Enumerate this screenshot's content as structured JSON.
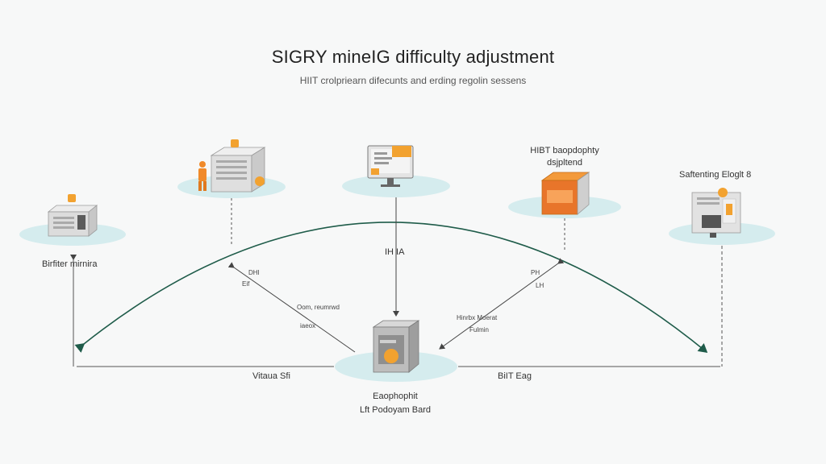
{
  "title": "SIGRY mineIG difficulty adjustment",
  "subtitle": "HIIT crolpriearn difecunts and erding regolin sessens",
  "nodes": {
    "left": {
      "label": "Birfiter mirnira"
    },
    "left_center": {
      "label": ""
    },
    "center_top": {
      "label": ""
    },
    "right_center": {
      "label_line1": "HIBT baopdophty",
      "label_line2": "dsjpltend"
    },
    "right": {
      "label": "Saftenting Eloglt 8"
    },
    "bottom": {
      "label_line1": "Eaophophit",
      "label_line2": "Lft Podoyam Bard"
    }
  },
  "edges": {
    "left_diagonal": {
      "label_1": "DHI",
      "label_2": "Eif"
    },
    "left_diag_mid": {
      "label_1": "Oom, reumrwd",
      "label_2": "iaeox"
    },
    "center_vertical": {
      "label": "IH IA"
    },
    "right_diagonal": {
      "label_1": "PH",
      "label_2": "LH"
    },
    "right_diag_mid": {
      "label_1": "Hinrbx Moerat",
      "label_2": "Fulmin"
    },
    "bottom_left": {
      "label": "Vitaua Sfi"
    },
    "bottom_right": {
      "label": "BiIT Eag"
    }
  },
  "colors": {
    "arc": "#1f5c4a",
    "platform": "#d5ecee",
    "accent": "#f29a2e",
    "server": "#d9dadb"
  }
}
